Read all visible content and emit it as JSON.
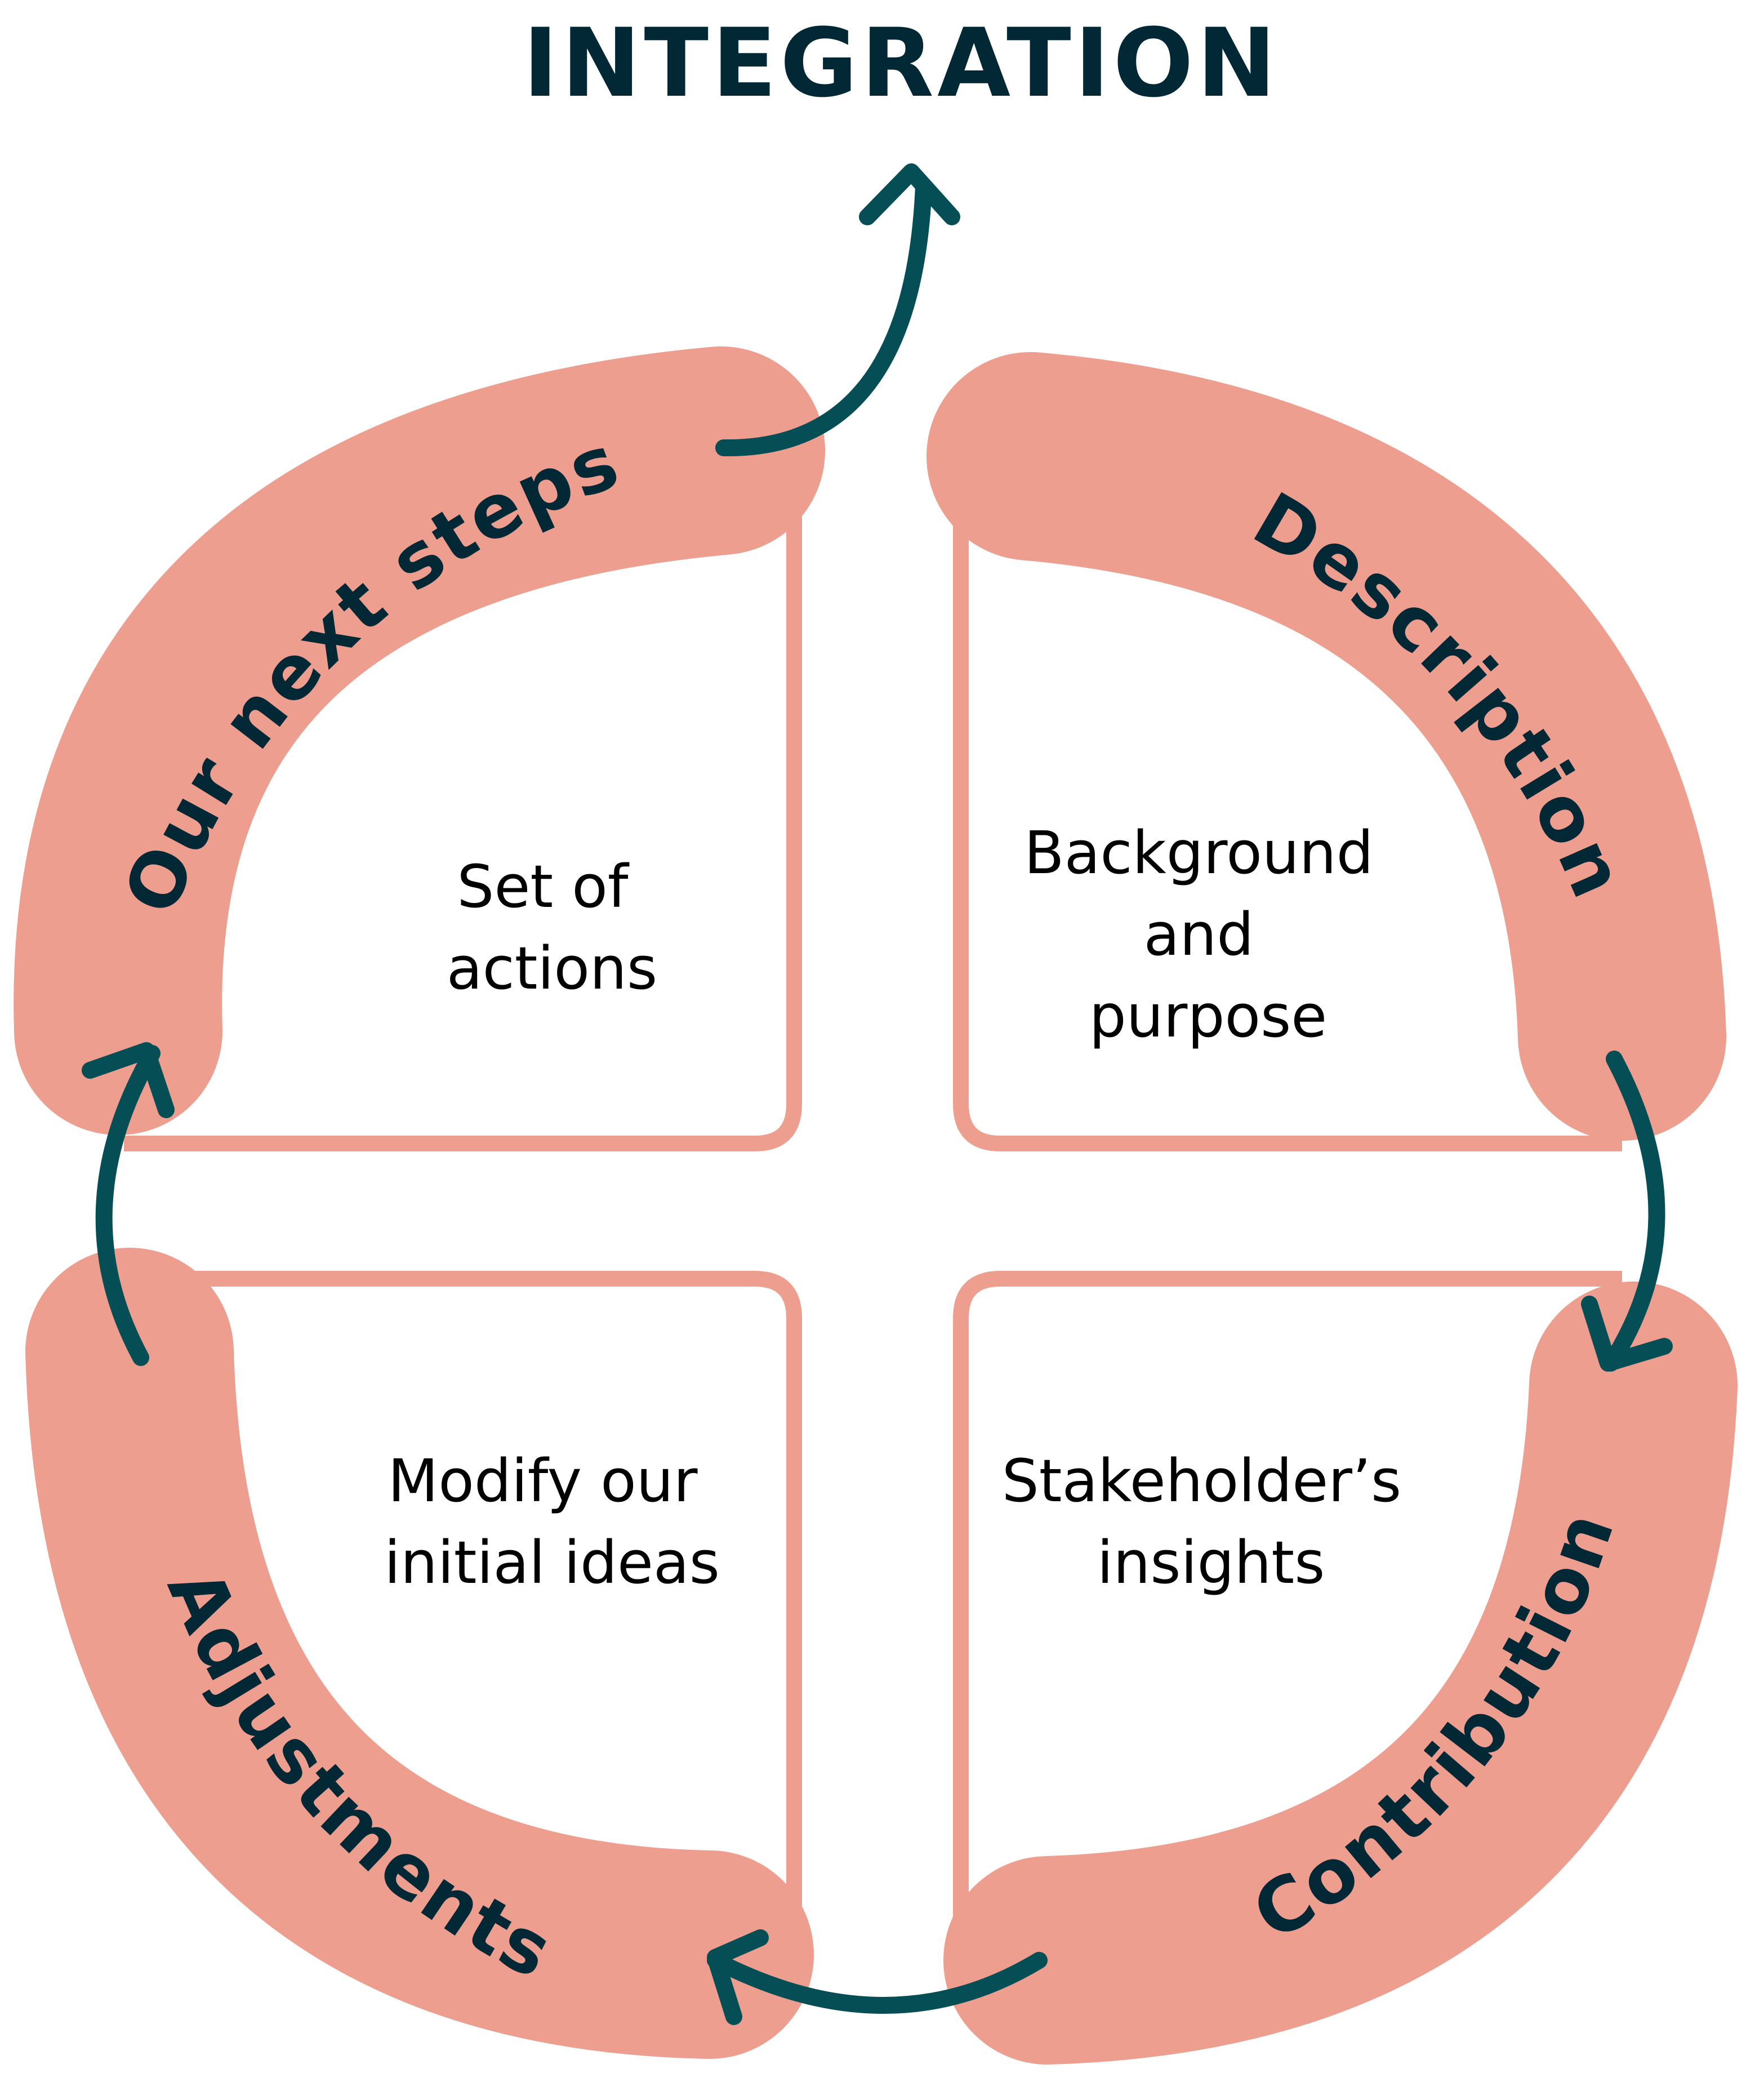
{
  "title": "INTEGRATION",
  "colors": {
    "band": "#ED9E8E",
    "box_border": "#ED9E8E",
    "arrow": "#064E56",
    "title_text": "#022836",
    "label_text": "#022836",
    "box_text": "#000000",
    "background": "#FFFFFF"
  },
  "quadrants": [
    {
      "id": "top-left",
      "band_label": "Our next steps",
      "box_lines": [
        "Set of",
        "actions"
      ]
    },
    {
      "id": "top-right",
      "band_label": "Description",
      "box_lines": [
        "Background",
        "and",
        "purpose"
      ]
    },
    {
      "id": "bottom-right",
      "band_label": "Contribution",
      "box_lines": [
        "Stakeholder’s",
        "insights"
      ]
    },
    {
      "id": "bottom-left",
      "band_label": "Adjustments",
      "box_lines": [
        "Modify our",
        "initial ideas"
      ]
    }
  ],
  "flow": [
    {
      "from": "Description",
      "to": "Contribution"
    },
    {
      "from": "Contribution",
      "to": "Adjustments"
    },
    {
      "from": "Adjustments",
      "to": "Our next steps"
    },
    {
      "from": "Our next steps",
      "to": "INTEGRATION"
    }
  ]
}
